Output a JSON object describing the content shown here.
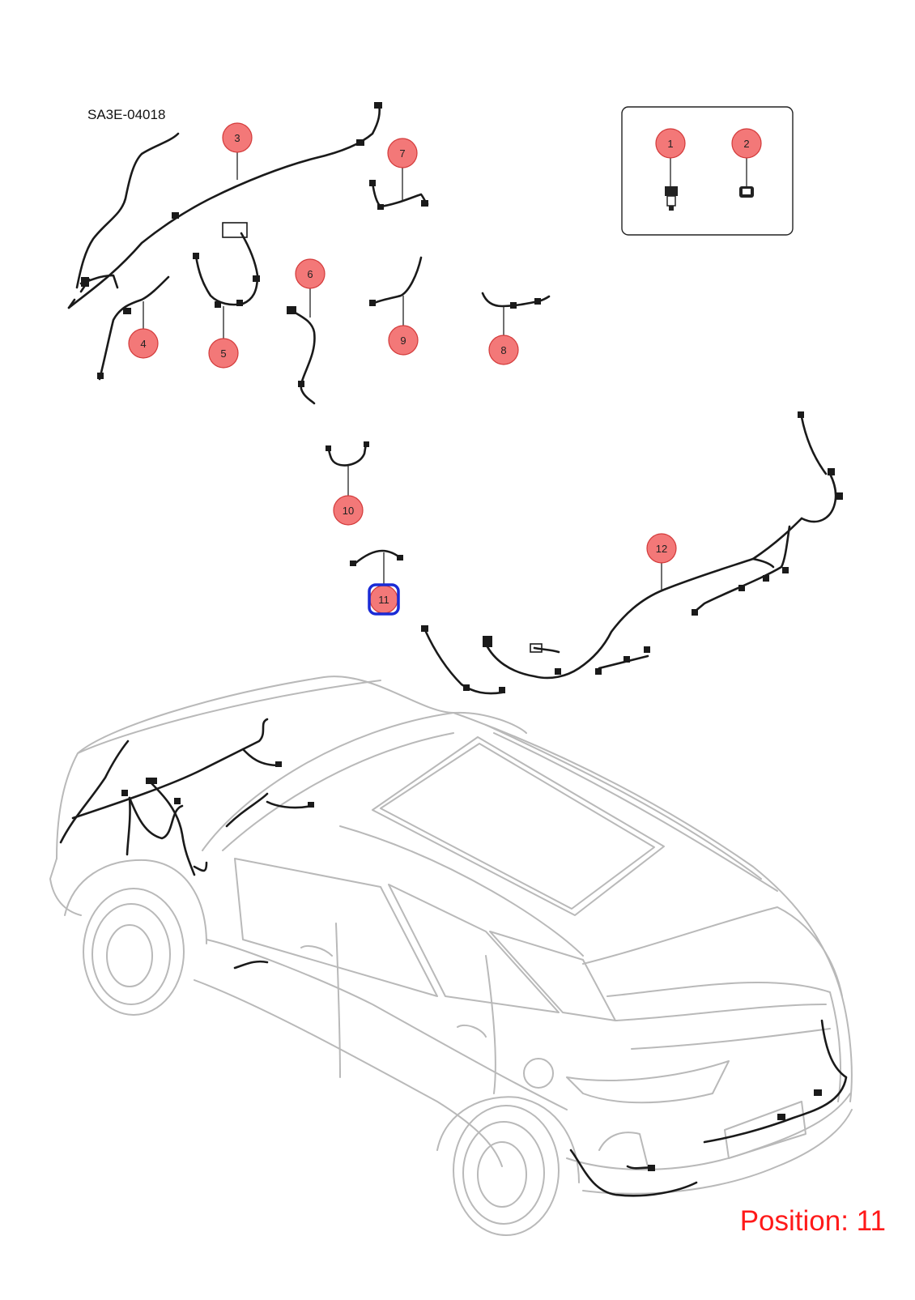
{
  "diagram_code": "SA3E-04018",
  "position_readout": "Position: 11",
  "selected_callout": "11",
  "colors": {
    "callout_fill": "#f26d6d",
    "highlight": "#1a2bd6",
    "position_text": "#ff1a1a",
    "car_outline": "#b9b9b9"
  },
  "callouts": [
    {
      "id": "1",
      "label": "1"
    },
    {
      "id": "2",
      "label": "2"
    },
    {
      "id": "3",
      "label": "3"
    },
    {
      "id": "4",
      "label": "4"
    },
    {
      "id": "5",
      "label": "5"
    },
    {
      "id": "6",
      "label": "6"
    },
    {
      "id": "7",
      "label": "7"
    },
    {
      "id": "8",
      "label": "8"
    },
    {
      "id": "9",
      "label": "9"
    },
    {
      "id": "10",
      "label": "10"
    },
    {
      "id": "11",
      "label": "11"
    },
    {
      "id": "12",
      "label": "12"
    }
  ]
}
